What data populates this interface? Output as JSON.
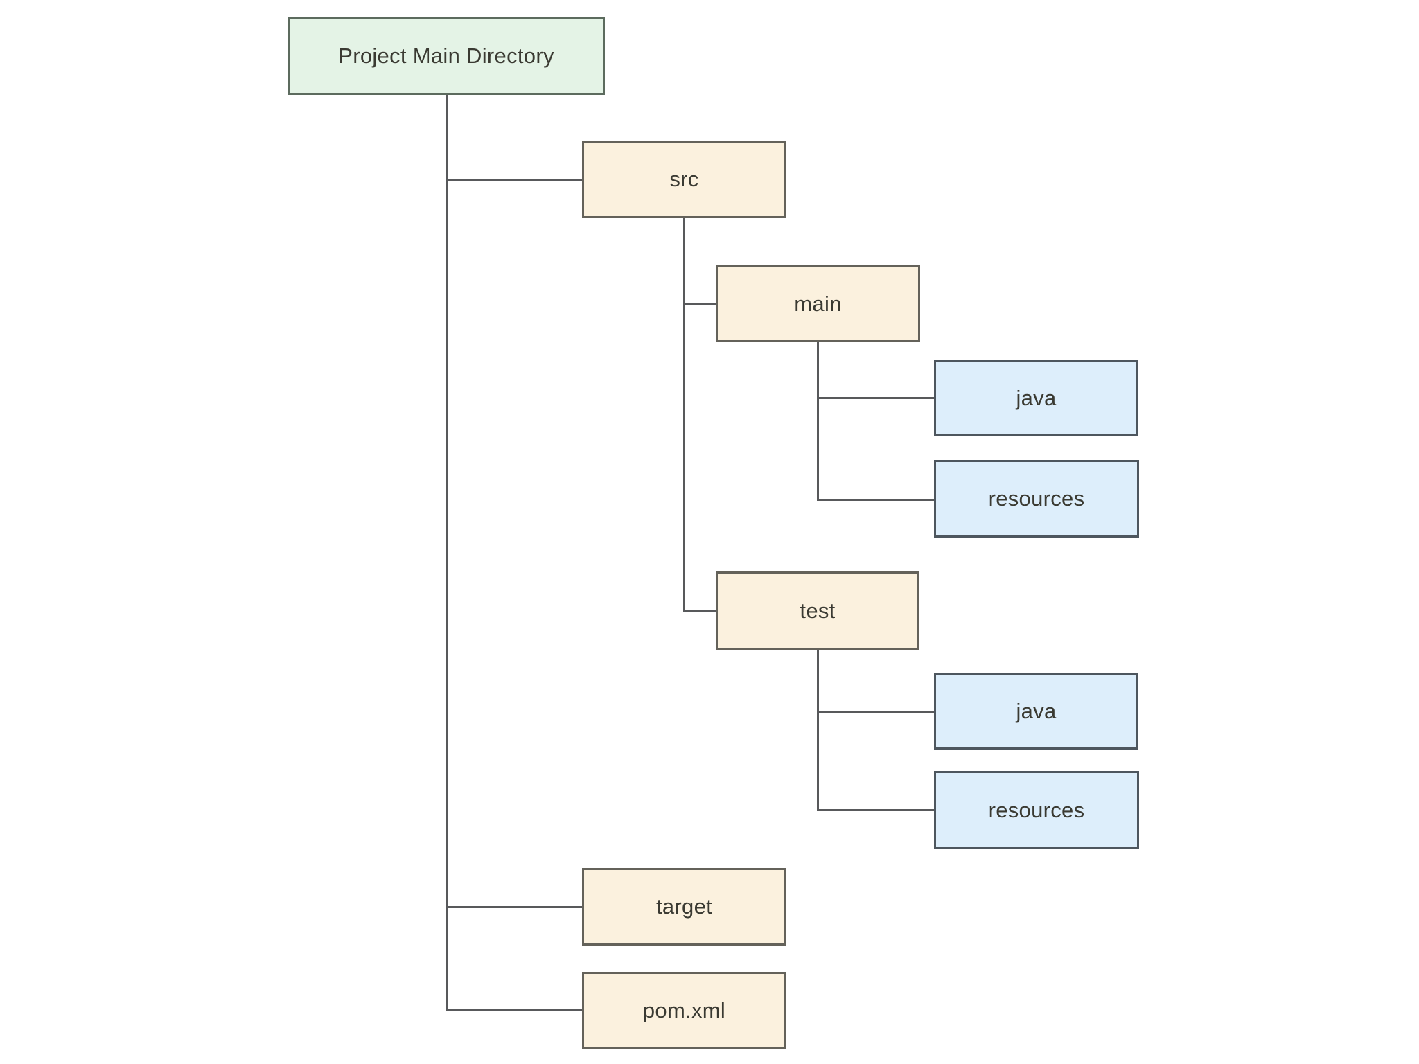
{
  "colors": {
    "background": "#ffffff",
    "line": "#58595b",
    "text": "#3a3a32",
    "root_fill": "#e4f3e6",
    "root_border": "#5c6b5e",
    "folder_fill": "#fbf1de",
    "folder_border": "#64625a",
    "leaf_fill": "#ddeefb",
    "leaf_border": "#4d565e"
  },
  "nodes": {
    "root": {
      "label": "Project Main Directory",
      "type": "root"
    },
    "src": {
      "label": "src",
      "type": "folder"
    },
    "src_main": {
      "label": "main",
      "type": "folder"
    },
    "src_main_java": {
      "label": "java",
      "type": "leaf"
    },
    "src_main_resources": {
      "label": "resources",
      "type": "leaf"
    },
    "src_test": {
      "label": "test",
      "type": "folder"
    },
    "src_test_java": {
      "label": "java",
      "type": "leaf"
    },
    "src_test_resources": {
      "label": "resources",
      "type": "leaf"
    },
    "target": {
      "label": "target",
      "type": "folder"
    },
    "pom_xml": {
      "label": "pom.xml",
      "type": "folder"
    }
  },
  "hierarchy": {
    "Project Main Directory": [
      "src",
      "target",
      "pom.xml"
    ],
    "src": [
      "main",
      "test"
    ],
    "main": [
      "java",
      "resources"
    ],
    "test": [
      "java",
      "resources"
    ]
  }
}
